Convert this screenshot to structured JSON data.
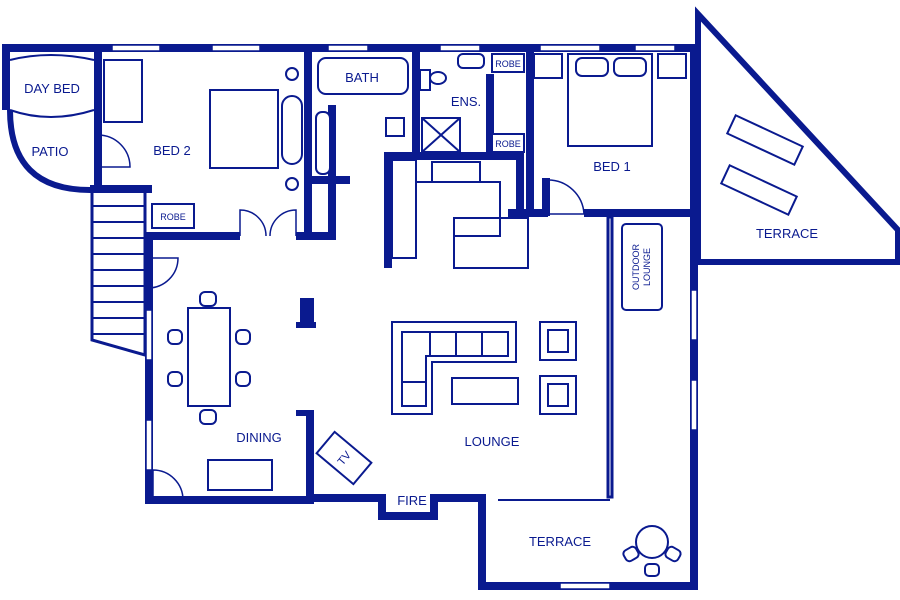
{
  "colors": {
    "ink": "#0a1a8f",
    "background": "#ffffff"
  },
  "labels": {
    "day_bed": "DAY BED",
    "patio": "PATIO",
    "bed2": "BED 2",
    "robe_bed2": "ROBE",
    "bath": "BATH",
    "ens": "ENS.",
    "robe_top": "ROBE",
    "robe_bottom": "ROBE",
    "bed1": "BED 1",
    "terrace_right": "TERRACE",
    "outdoor_lounge_1": "OUTDOOR",
    "outdoor_lounge_2": "LOUNGE",
    "dining": "DINING",
    "tv": "TV",
    "lounge": "LOUNGE",
    "fire": "FIRE",
    "terrace_bottom": "TERRACE"
  }
}
